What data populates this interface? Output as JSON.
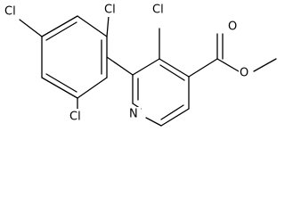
{
  "molecule": {
    "atoms": {
      "cl_top_left": "Cl",
      "cl_top_right": "Cl",
      "cl_bottom": "Cl",
      "cl_pyridine": "Cl",
      "nitrogen": "N",
      "carbonyl_oxygen": "O",
      "ester_oxygen": "O"
    }
  }
}
